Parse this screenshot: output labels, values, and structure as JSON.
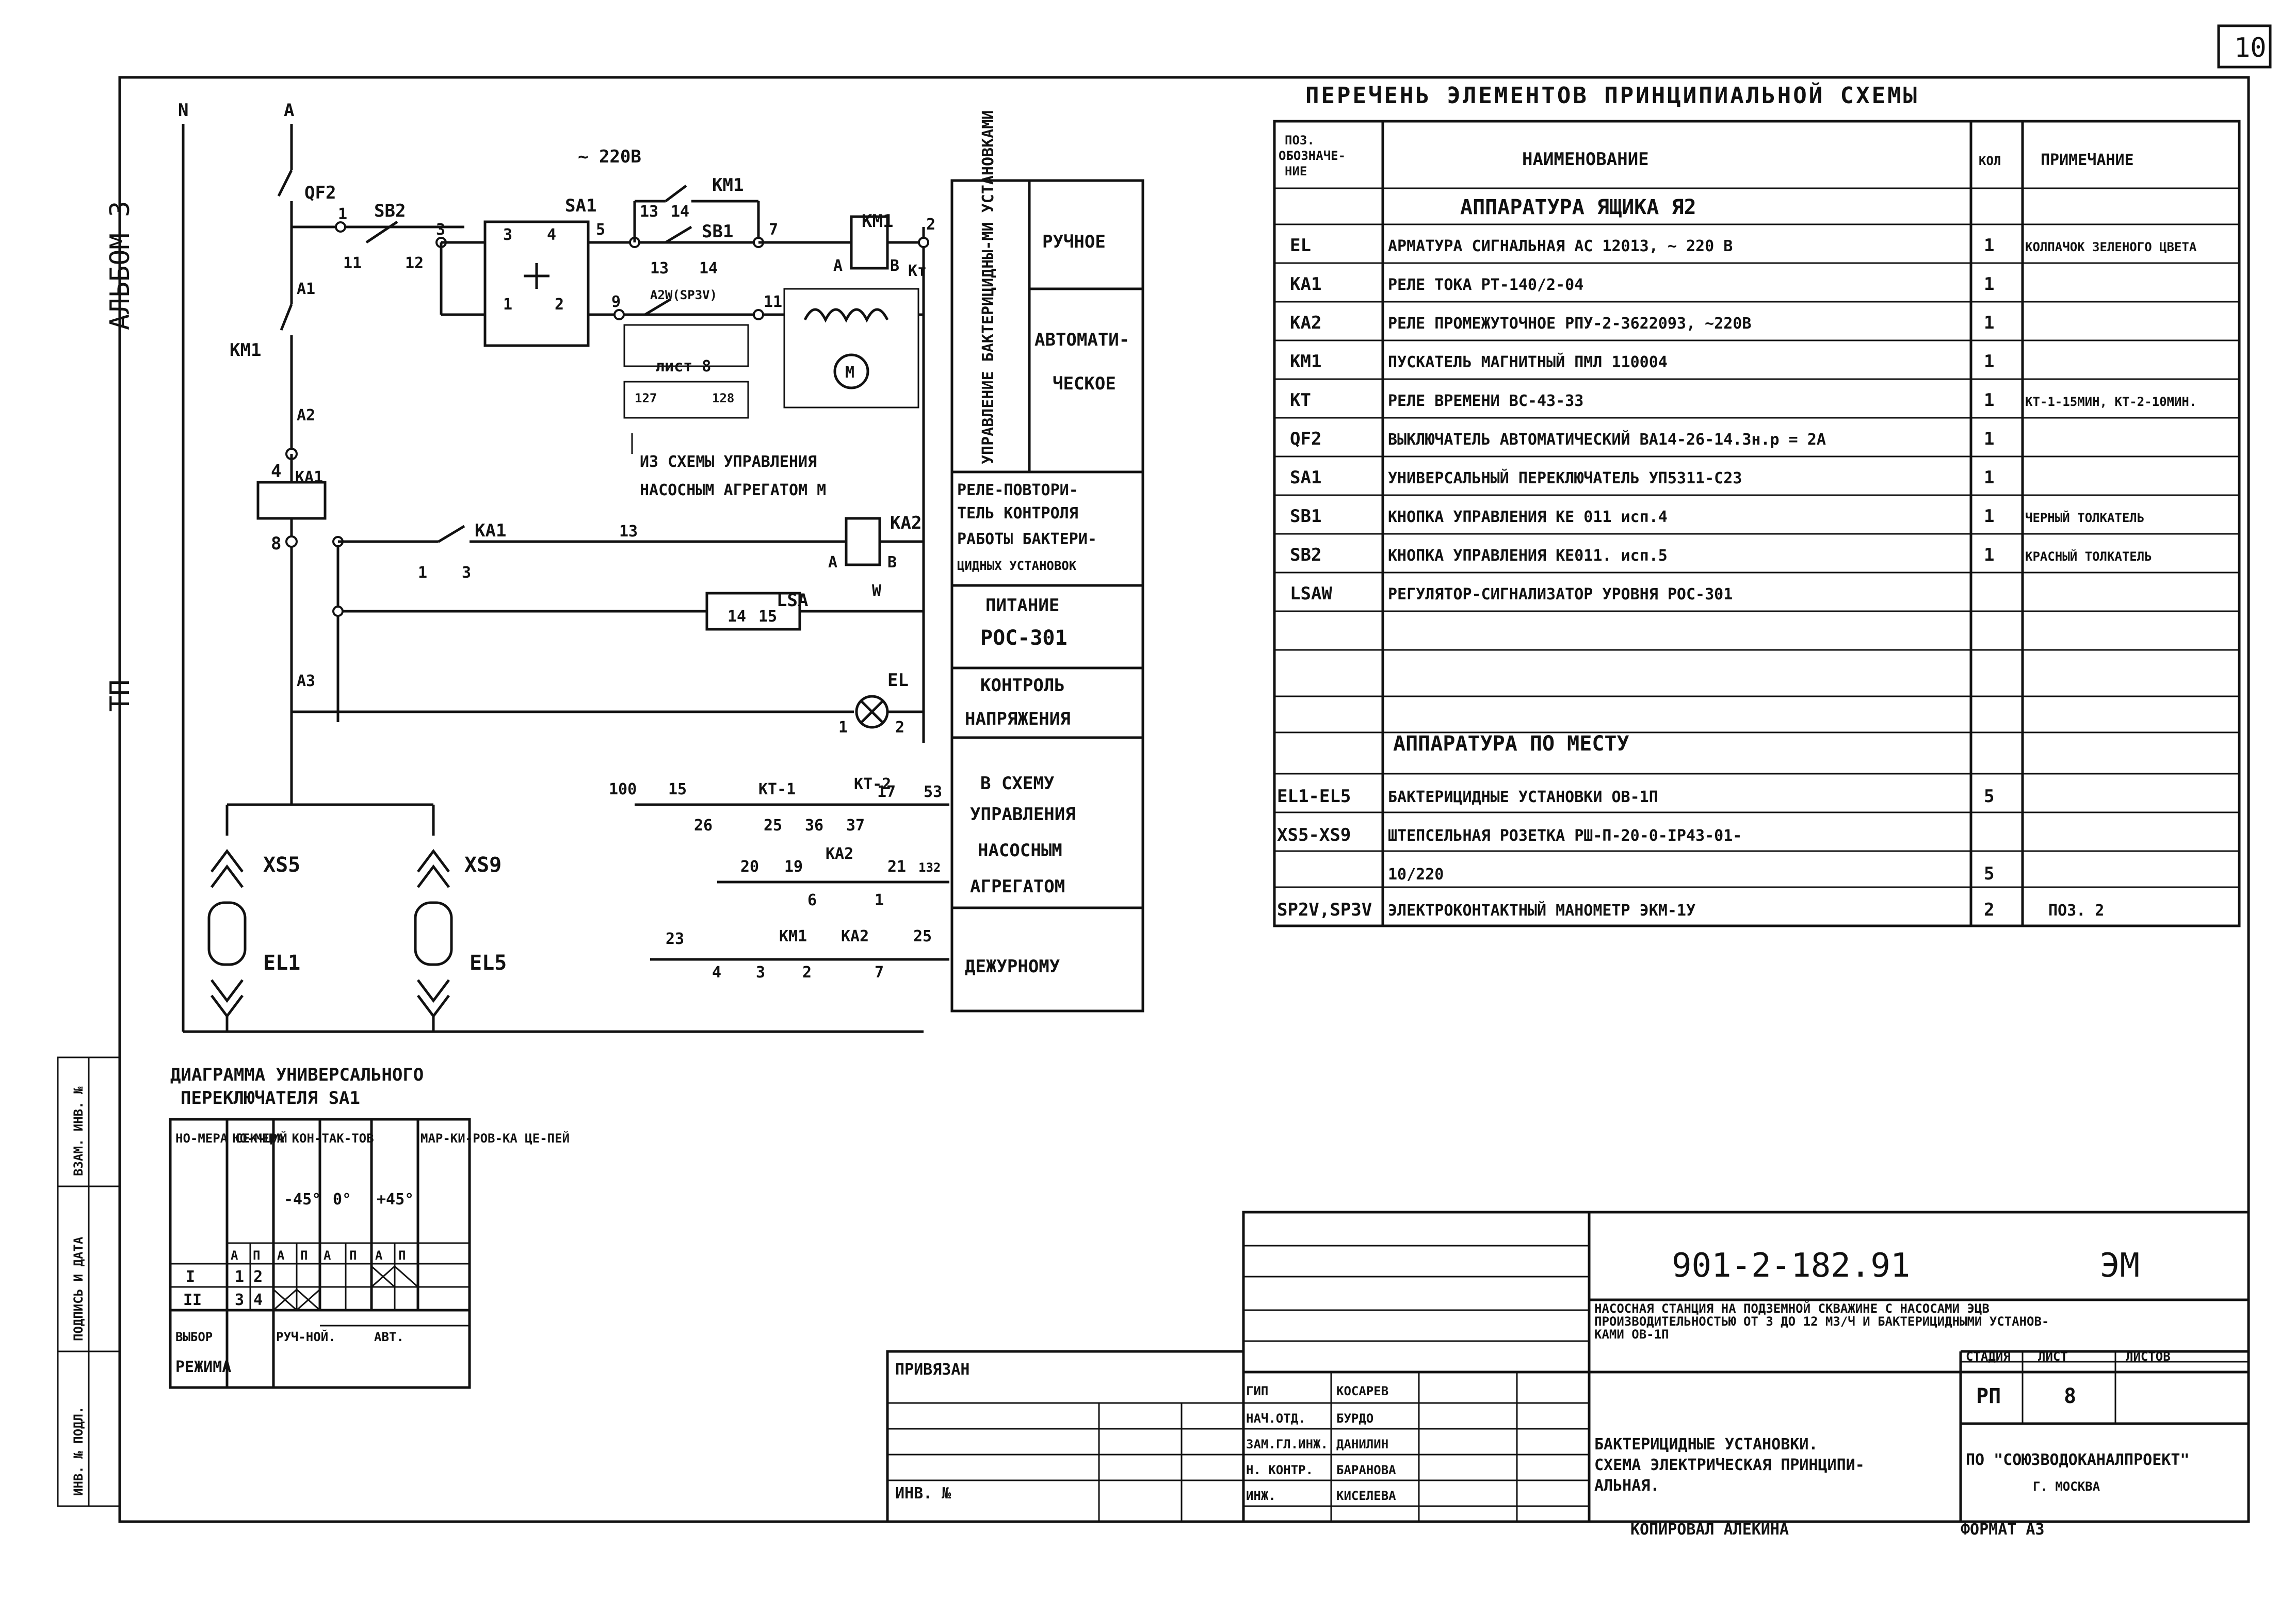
{
  "sheet": {
    "number": "10",
    "album_label": "АЛЬБОМ 3",
    "tp_label": "ТП"
  },
  "schematic": {
    "supply_n": "N",
    "supply_a": "A",
    "voltage": "~ 220В",
    "labels": {
      "qf2": "QF2",
      "sb2": "SB2",
      "sa1": "SA1",
      "km1_top": "KM1",
      "sb1": "SB1",
      "km1_coil": "KM1",
      "kt": "Kт",
      "a1": "A1",
      "km1_left": "KM1",
      "a2": "A2",
      "ka1": "KA1",
      "ka1_contact": "KA1",
      "ka2": "KA2",
      "lsa": "LSA",
      "el": "EL",
      "a3": "A3",
      "a_coil": "A",
      "b_coil": "B",
      "a_coil2": "A",
      "b_coil2": "B",
      "w": "W",
      "m": "M",
      "spec_note": "A2W(SP3V)",
      "list_note": "лист 8",
      "k127": "127",
      "k128": "128"
    },
    "node_numbers": [
      "1",
      "11",
      "12",
      "3",
      "3",
      "4",
      "5",
      "1",
      "2",
      "13",
      "14",
      "7",
      "9",
      "13",
      "14",
      "11",
      "1",
      "2",
      "4",
      "8",
      "1",
      "3",
      "13",
      "14",
      "15",
      "1",
      "2"
    ],
    "from_scheme_note": [
      "ИЗ СХЕМЫ УПРАВЛЕНИЯ",
      "НАСОСНЫМ АГРЕГАТОМ М"
    ],
    "sockets": {
      "xs5": "XS5",
      "xs9": "XS9",
      "el1": "EL1",
      "el5": "EL5"
    },
    "outputs": {
      "row1": {
        "n100": "100",
        "n15": "15",
        "kt1": "КТ-1",
        "kt2": "КТ-2",
        "n17": "17",
        "n53": "53",
        "n26": "26",
        "n25": "25",
        "n36": "36",
        "n37": "37"
      },
      "row2": {
        "n20": "20",
        "n19": "19",
        "ka2": "KA2",
        "n21": "21",
        "n132": "132",
        "n6": "6",
        "n1": "1"
      },
      "row3": {
        "n23": "23",
        "km1": "KM1",
        "ka2": "KA2",
        "n25": "25",
        "n4": "4",
        "n3": "3",
        "n2": "2",
        "n7": "7"
      }
    },
    "side_panel": {
      "vertical_label": "УПРАВЛЕНИЕ БАКТЕРИЦИДНЫ-МИ УСТАНОВКАМИ",
      "manual": "РУЧНОЕ",
      "auto": [
        "АВТОМАТИ-",
        "ЧЕСКОЕ"
      ],
      "relay": [
        "РЕЛЕ-ПОВТОРИ-",
        "ТЕЛЬ КОНТРОЛЯ",
        "РАБОТЫ БАКТЕРИ-",
        "ЦИДНЫХ УСТАНОВОК"
      ],
      "power": [
        "ПИТАНИЕ",
        "РОС-301"
      ],
      "voltage_ctrl": [
        "КОНТРОЛЬ",
        "НАПРЯЖЕНИЯ"
      ],
      "to_pump": [
        "В СХЕМУ",
        "УПРАВЛЕНИЯ",
        "НАСОСНЫМ",
        "АГРЕГАТОМ"
      ],
      "duty": "ДЕЖУРНОМУ"
    }
  },
  "elements_table": {
    "title": "ПЕРЕЧЕНЬ ЭЛЕМЕНТОВ ПРИНЦИПИАЛЬНОЙ СХЕМЫ",
    "headers": {
      "pos": [
        "ПОЗ.",
        "ОБОЗНАЧЕ-",
        "НИЕ"
      ],
      "name": "НАИМЕНОВАНИЕ",
      "qty": "КОЛ",
      "note": "ПРИМЕЧАНИЕ"
    },
    "section1": "АППАРАТУРА ЯЩИКА Я2",
    "section2": "АППАРАТУРА ПО МЕСТУ",
    "rows1": [
      {
        "pos": "EL",
        "name": "АРМАТУРА СИГНАЛЬНАЯ АС 12013, ~ 220 В",
        "qty": "1",
        "note": "КОЛПАЧОК ЗЕЛЕНОГО ЦВЕТА"
      },
      {
        "pos": "KA1",
        "name": "РЕЛЕ ТОКА РТ-140/2-04",
        "qty": "1",
        "note": ""
      },
      {
        "pos": "KA2",
        "name": "РЕЛЕ ПРОМЕЖУТОЧНОЕ РПУ-2-3622093, ~220В",
        "qty": "1",
        "note": ""
      },
      {
        "pos": "KM1",
        "name": "ПУСКАТЕЛЬ МАГНИТНЫЙ ПМЛ 110004",
        "qty": "1",
        "note": ""
      },
      {
        "pos": "KT",
        "name": "РЕЛЕ ВРЕМЕНИ ВС-43-33",
        "qty": "1",
        "note": "КТ-1-15МИН, КТ-2-10МИН."
      },
      {
        "pos": "QF2",
        "name": "ВЫКЛЮЧАТЕЛЬ АВТОМАТИЧЕСКИЙ ВА14-26-14.3н.р = 2А",
        "qty": "1",
        "note": ""
      },
      {
        "pos": "SA1",
        "name": "УНИВЕРСАЛЬНЫЙ ПЕРЕКЛЮЧАТЕЛЬ УП5311-С23",
        "qty": "1",
        "note": ""
      },
      {
        "pos": "SB1",
        "name": "КНОПКА УПРАВЛЕНИЯ КЕ 011 исп.4",
        "qty": "1",
        "note": "ЧЕРНЫЙ ТОЛКАТЕЛЬ"
      },
      {
        "pos": "SB2",
        "name": "КНОПКА УПРАВЛЕНИЯ КЕ011. исп.5",
        "qty": "1",
        "note": "КРАСНЫЙ ТОЛКАТЕЛЬ"
      },
      {
        "pos": "LSAW",
        "name": "РЕГУЛЯТОР-СИГНАЛИЗАТОР УРОВНЯ РОС-301",
        "qty": "",
        "note": ""
      },
      {
        "pos": "",
        "name": "",
        "qty": "",
        "note": ""
      }
    ],
    "rows2": [
      {
        "pos": "EL1-EL5",
        "name": "БАКТЕРИЦИДНЫЕ УСТАНОВКИ ОВ-1П",
        "qty": "5",
        "note": ""
      },
      {
        "pos": "XS5-XS9",
        "name": "ШТЕПСЕЛЬНАЯ РОЗЕТКА РШ-П-20-0-IP43-01-",
        "qty": "",
        "note": ""
      },
      {
        "pos": "",
        "name": "10/220",
        "qty": "5",
        "note": ""
      },
      {
        "pos": "SP2V,SP3V",
        "name": "ЭЛЕКТРОКОНТАКТНЫЙ МАНОМЕТР ЭКМ-1У",
        "qty": "2",
        "note": "ПОЗ. 2"
      }
    ]
  },
  "switch_diagram": {
    "title": [
      "ДИАГРАММА УНИВЕРСАЛЬНОГО",
      "ПЕРЕКЛЮЧАТЕЛЯ SA1"
    ],
    "headers": [
      "НО-МЕРА СЕК-ЦИЙ",
      "НО-МЕРА КОН-ТАК-ТОВ",
      "-45°",
      "0°",
      "+45°",
      "МАР-КИ-РОВ-КА ЦЕ-ПЕЙ"
    ],
    "ap": [
      "А",
      "П",
      "А",
      "П",
      "А",
      "П",
      "А",
      "П"
    ],
    "rows": [
      {
        "sec": "I",
        "contacts": "1 2"
      },
      {
        "sec": "II",
        "contacts": "3 4"
      }
    ],
    "mode_label": [
      "ВЫБОР",
      "РЕЖИМА"
    ],
    "modes": [
      "РУЧ-НОЙ.",
      "АВТ."
    ]
  },
  "left_stamp": [
    "ВЗАМ. ИНВ. №",
    "ПОДПИСЬ И ДАТА",
    "ИНВ. № ПОДЛ."
  ],
  "title_block": {
    "doc_number": "901-2-182.91",
    "code": "ЭМ",
    "project_desc": [
      "НАСОСНАЯ СТАНЦИЯ НА ПОДЗЕМНОЙ СКВАЖИНЕ С НАСОСАМИ ЭЦВ",
      "ПРОИЗВОДИТЕЛЬНОСТЬЮ ОТ 3 ДО 12 М3/Ч И БАКТЕРИЦИДНЫМИ УСТАНОВ-",
      "КАМИ ОВ-1П"
    ],
    "sheet_title": [
      "БАКТЕРИЦИДНЫЕ УСТАНОВКИ.",
      "СХЕМА ЭЛЕКТРИЧЕСКАЯ ПРИНЦИПИ-",
      "АЛЬНАЯ."
    ],
    "stage_hdr": "СТАДИЯ",
    "sheet_hdr": "ЛИСТ",
    "sheets_hdr": "ЛИСТОВ",
    "stage": "РП",
    "sheet": "8",
    "org": [
      "ПО \"СОЮЗВОДОКАНАЛПРОЕКТ\"",
      "Г. МОСКВА"
    ],
    "bound": "ПРИВЯЗАН",
    "inv": "ИНВ. №",
    "roles": [
      "ГИП",
      "НАЧ.ОТД.",
      "ЗАМ.ГЛ.ИНЖ.",
      "Н. КОНТР.",
      "ИНЖ."
    ],
    "names": [
      "КОСАРЕВ",
      "БУРДО",
      "ДАНИЛИН",
      "БАРАНОВА",
      "КИСЕЛЕВА"
    ],
    "copied": "КОПИРОВАЛ АЛЕКИНА",
    "format": "ФОРМАТ А3"
  }
}
